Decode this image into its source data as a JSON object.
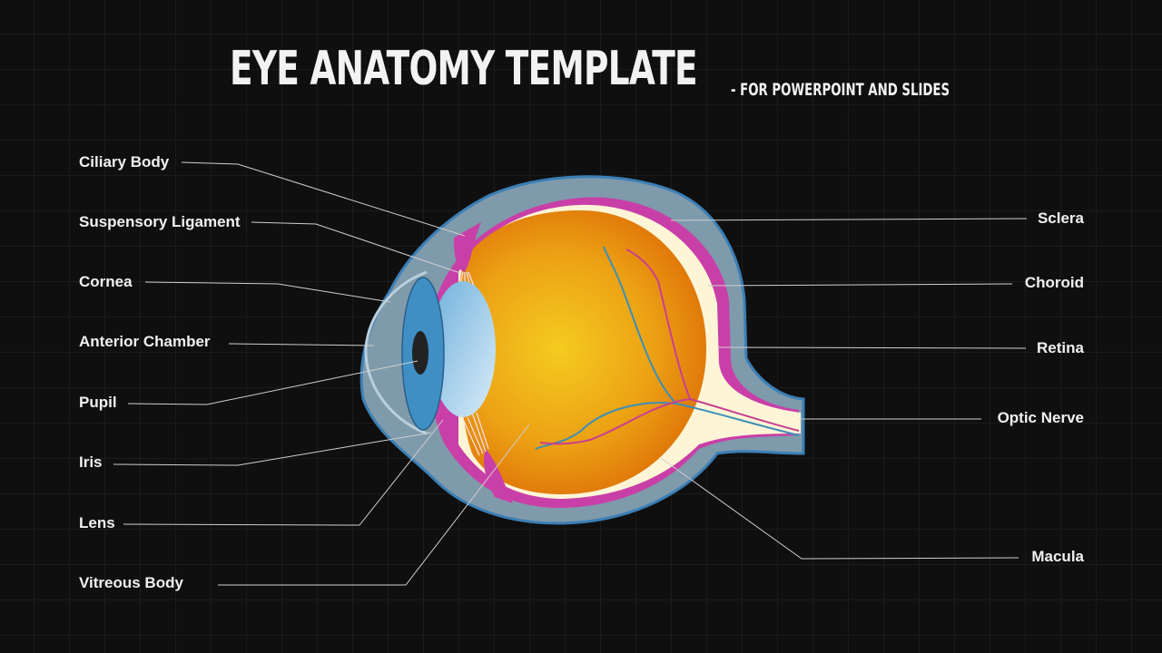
{
  "slide": {
    "title": "EYE ANATOMY TEMPLATE",
    "subtitle": "- FOR POWERPOINT AND SLIDES",
    "background_color": "#0f0f10",
    "grid_color": "#1b1b1c"
  },
  "labels": {
    "left": [
      {
        "text": "Ciliary Body"
      },
      {
        "text": "Suspensory Ligament"
      },
      {
        "text": "Cornea"
      },
      {
        "text": "Anterior Chamber"
      },
      {
        "text": "Pupil"
      },
      {
        "text": "Iris"
      },
      {
        "text": "Lens"
      },
      {
        "text": "Vitreous  Body"
      }
    ],
    "right": [
      {
        "text": "Sclera"
      },
      {
        "text": "Choroid"
      },
      {
        "text": "Retina"
      },
      {
        "text": "Optic Nerve"
      },
      {
        "text": "Macula"
      }
    ]
  },
  "colors": {
    "sclera": "#7f9aab",
    "sclera_edge": "#3b7fb5",
    "choroid": "#c93fa8",
    "retina": "#fdf5d6",
    "vitreous_center": "#f4c81f",
    "vitreous_edge": "#e0760a",
    "iris": "#3f8fc4",
    "lens": "#9cc8e6",
    "pupil": "#222222",
    "leader_line": "#cfcfcf"
  }
}
